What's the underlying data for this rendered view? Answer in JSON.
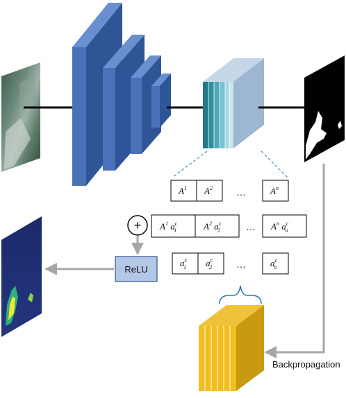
{
  "feature_maps_row": {
    "cells": [
      {
        "base": "A",
        "sup": "1"
      },
      {
        "base": "A",
        "sup": "2"
      }
    ],
    "ellipsis": "…",
    "last_cell": {
      "base": "A",
      "sup": "n"
    }
  },
  "weighted_row": {
    "cells": [
      {
        "base": "A",
        "sup": "1",
        "w": "a",
        "wsup": "c",
        "wsub": "1"
      },
      {
        "base": "A",
        "sup": "2",
        "w": "a",
        "wsup": "c",
        "wsub": "2"
      }
    ],
    "ellipsis": "…",
    "last_cell": {
      "base": "A",
      "sup": "n",
      "w": "a",
      "wsup": "c",
      "wsub": "n"
    }
  },
  "weights_row": {
    "cells": [
      {
        "w": "a",
        "wsup": "c",
        "wsub": "1"
      },
      {
        "w": "a",
        "wsup": "c",
        "wsub": "2"
      }
    ],
    "ellipsis": "…",
    "last_cell": {
      "w": "a",
      "wsup": "c",
      "wsub": "n"
    }
  },
  "sum_symbol": "+",
  "relu_label": "ReLU",
  "backprop_label": "Backpropagation",
  "colors": {
    "encoder_blue": "#4a72b8",
    "encoder_dark": "#2f5597",
    "relu_fill": "#b4c7e7",
    "gradient_gold": "#e8b31c",
    "arrow_gray": "#a6a6a6",
    "dash_blue": "#2e75b6"
  }
}
